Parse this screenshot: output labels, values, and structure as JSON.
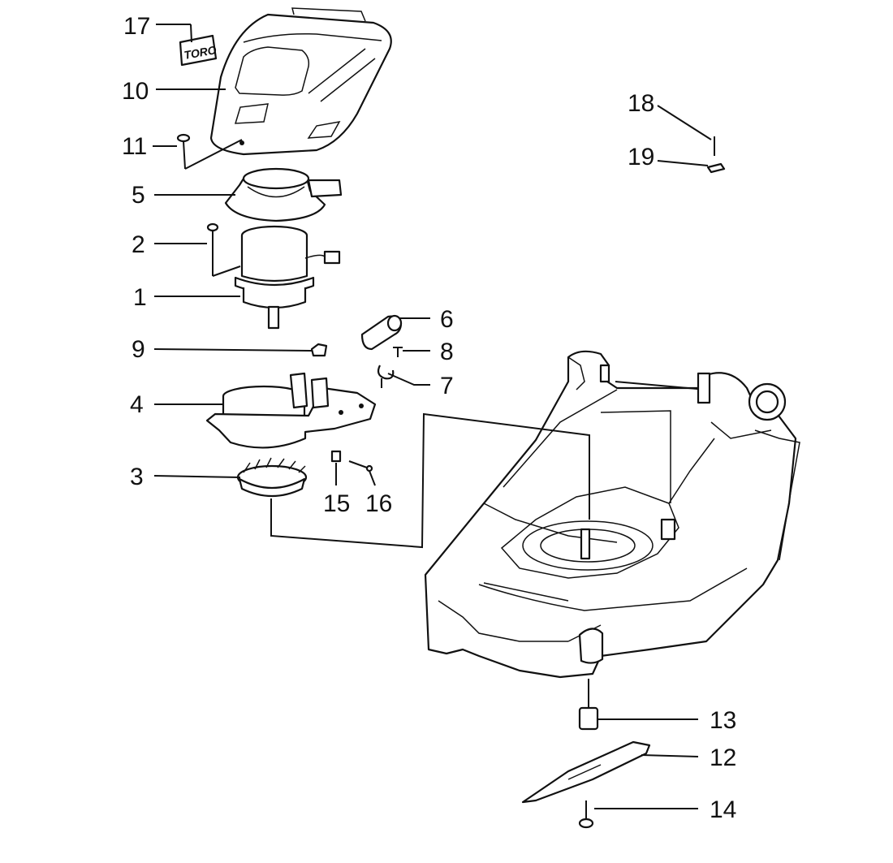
{
  "logo_text": "TORO",
  "callouts": [
    {
      "id": "17",
      "label": "17"
    },
    {
      "id": "10",
      "label": "10"
    },
    {
      "id": "11",
      "label": "11"
    },
    {
      "id": "5",
      "label": "5"
    },
    {
      "id": "2",
      "label": "2"
    },
    {
      "id": "1",
      "label": "1"
    },
    {
      "id": "9",
      "label": "9"
    },
    {
      "id": "4",
      "label": "4"
    },
    {
      "id": "3",
      "label": "3"
    },
    {
      "id": "6",
      "label": "6"
    },
    {
      "id": "8",
      "label": "8"
    },
    {
      "id": "7",
      "label": "7"
    },
    {
      "id": "15",
      "label": "15"
    },
    {
      "id": "16",
      "label": "16"
    },
    {
      "id": "18",
      "label": "18"
    },
    {
      "id": "19",
      "label": "19"
    },
    {
      "id": "13",
      "label": "13"
    },
    {
      "id": "12",
      "label": "12"
    },
    {
      "id": "14",
      "label": "14"
    }
  ]
}
